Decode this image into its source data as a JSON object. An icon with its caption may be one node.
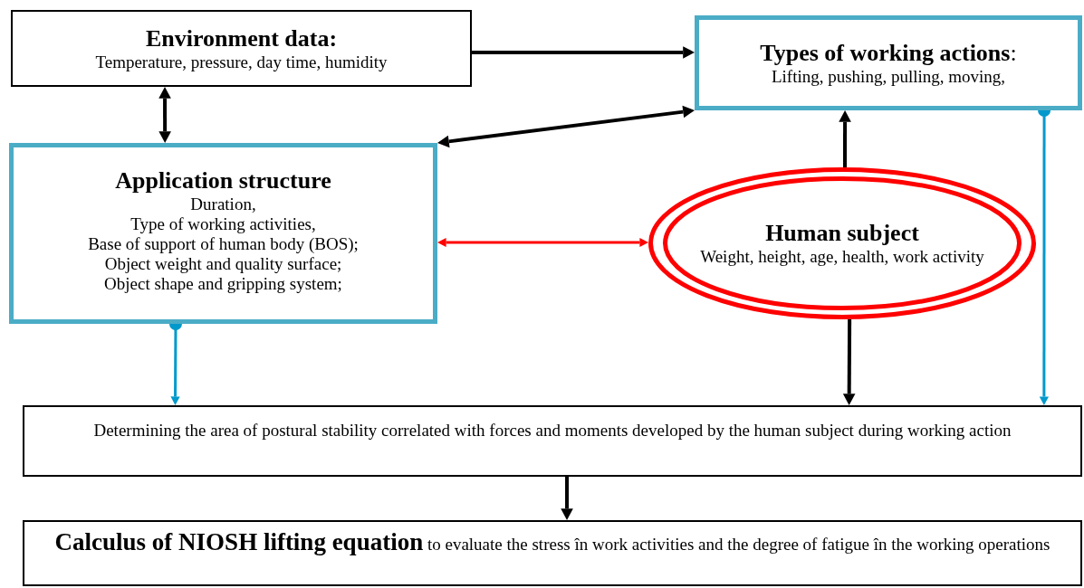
{
  "diagram": {
    "nodes": [
      {
        "text": [
          "Environment data:",
          "Temperature, pressure, day time, humidity"
        ]
      },
      {
        "text": [
          "**Types of working actions**:",
          "Lifting, pushing, pulling, moving,"
        ]
      },
      {
        "text": [
          "Application structure",
          "Duration,",
          "Type of working activities,",
          "Base of support of human body (BOS);",
          "Object weight and quality surface;",
          "Object shape and gripping system;"
        ]
      },
      {
        "text": [
          "Human subject",
          "Weight, height, age, health, work activity"
        ]
      },
      {
        "text": [
          "Determining the area of postural stability correlated with forces and moments developed by the human subject during working action"
        ]
      },
      {
        "text": [
          "**Calculus of NIOSH lifting equation** to evaluate the stress în work activities and the degree of fatigue în the working operations"
        ]
      }
    ],
    "edges": [
      {
        "from": 0,
        "to": 1,
        "arrow": "to"
      },
      {
        "from": 0,
        "to": 2,
        "arrow": "both"
      },
      {
        "from": 1,
        "to": 2,
        "arrow": "both"
      },
      {
        "from": 3,
        "to": 1,
        "arrow": "to"
      },
      {
        "from": 2,
        "to": 3,
        "arrow": "both",
        "color": "#ff0000"
      },
      {
        "from": 2,
        "to": 4,
        "arrow": "to",
        "color": "#0099cc"
      },
      {
        "from": 3,
        "to": 4,
        "arrow": "to"
      },
      {
        "from": 1,
        "to": 4,
        "arrow": "to",
        "color": "#0099cc"
      },
      {
        "from": 4,
        "to": 5,
        "arrow": "to"
      }
    ]
  }
}
